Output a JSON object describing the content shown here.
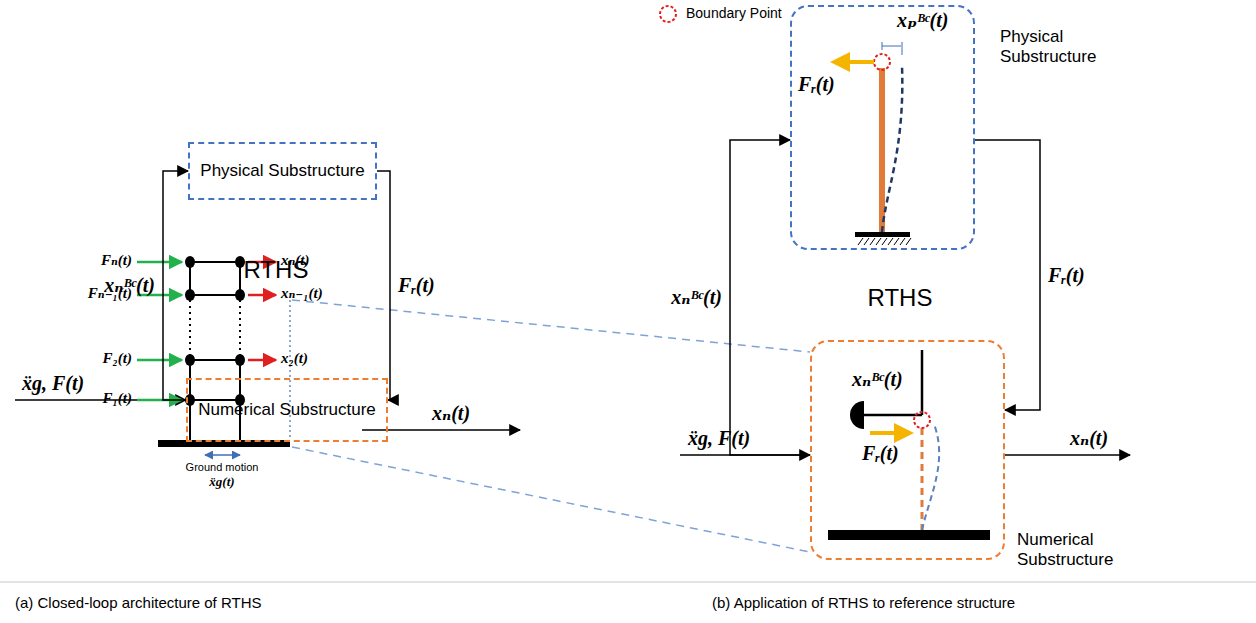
{
  "diagram": {
    "nodes": [
      {
        "text": [
          "Physical Substructure"
        ]
      },
      {
        "text": [
          "Numerical Substructure"
        ]
      },
      {
        "text": [
          "Physical Substructure",
          "xₚᴮᶜ(t)",
          "Fᵣ(t)"
        ]
      },
      {
        "text": [
          "Numerical Substructure",
          "xₙᴮᶜ(t)",
          "Fᵣ(t)"
        ]
      }
    ],
    "edges": [
      {
        "from": 1,
        "to": 0,
        "arrow": "to",
        "label": "xₙᴮᶜ(t)"
      },
      {
        "from": 0,
        "to": 1,
        "arrow": "to",
        "label": "Fᵣ(t)"
      },
      {
        "from": 3,
        "to": 2,
        "arrow": "to",
        "label": "xₙᴮᶜ(t)"
      },
      {
        "from": 2,
        "to": 3,
        "arrow": "to",
        "label": "Fᵣ(t)"
      }
    ],
    "labels": [
      "RTHS",
      "ẍg, F(t)",
      "xₙ(t)",
      "Fₙ(t)",
      "Fₙ₋₁(t)",
      "F₂(t)",
      "F₁(t)",
      "xₙ(t)",
      "xₙ₋₁(t)",
      "x₂(t)",
      "Ground motion",
      "ẍg(t)",
      "RTHS",
      "ẍg, F(t)",
      "xₙ(t)",
      "(a) Closed-loop architecture of RTHS",
      "(b) Application of RTHS to reference structure"
    ],
    "legend": [
      {
        "text": "Boundary Point"
      }
    ]
  }
}
